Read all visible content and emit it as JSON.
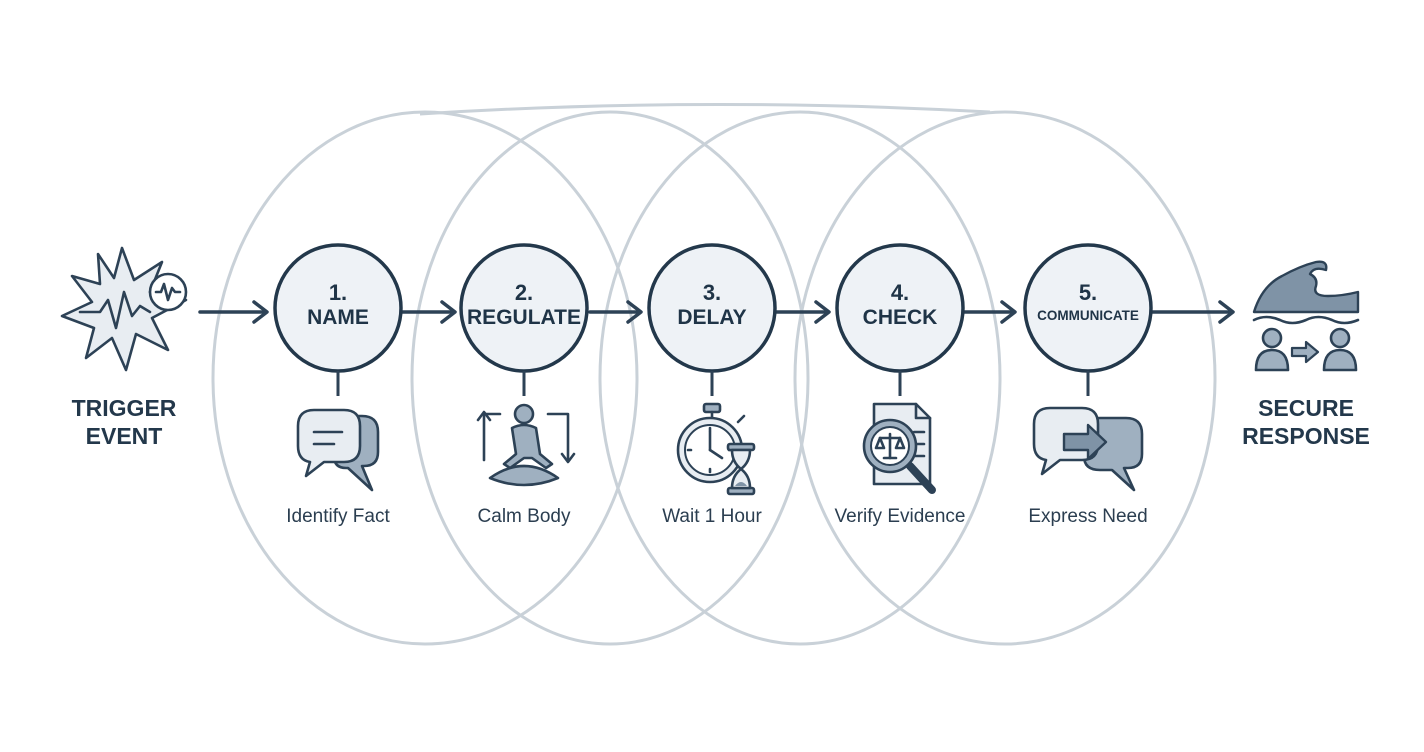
{
  "start": {
    "lines": [
      "TRIGGER",
      "EVENT"
    ],
    "icon": "burst-pulse-icon"
  },
  "end": {
    "lines": [
      "SECURE",
      "RESPONSE"
    ],
    "icon": "wave-exchange-icon"
  },
  "steps": [
    {
      "number": "1.",
      "title": "NAME",
      "caption": "Identify Fact",
      "icon": "speech-bubbles-icon"
    },
    {
      "number": "2.",
      "title": "REGULATE",
      "caption": "Calm Body",
      "icon": "meditation-icon"
    },
    {
      "number": "3.",
      "title": "DELAY",
      "caption": "Wait 1 Hour",
      "icon": "stopwatch-hourglass-icon"
    },
    {
      "number": "4.",
      "title": "CHECK",
      "caption": "Verify Evidence",
      "icon": "magnifier-scale-icon"
    },
    {
      "number": "5.",
      "title": "COMMUNICATE",
      "caption": "Express Need",
      "icon": "message-arrow-icon"
    }
  ],
  "colors": {
    "ink": "#23384b",
    "node_fill": "#eef2f6",
    "ring": "#c9d1d8",
    "icon_mid": "#9fb0c0",
    "icon_dark": "#7f93a6"
  }
}
